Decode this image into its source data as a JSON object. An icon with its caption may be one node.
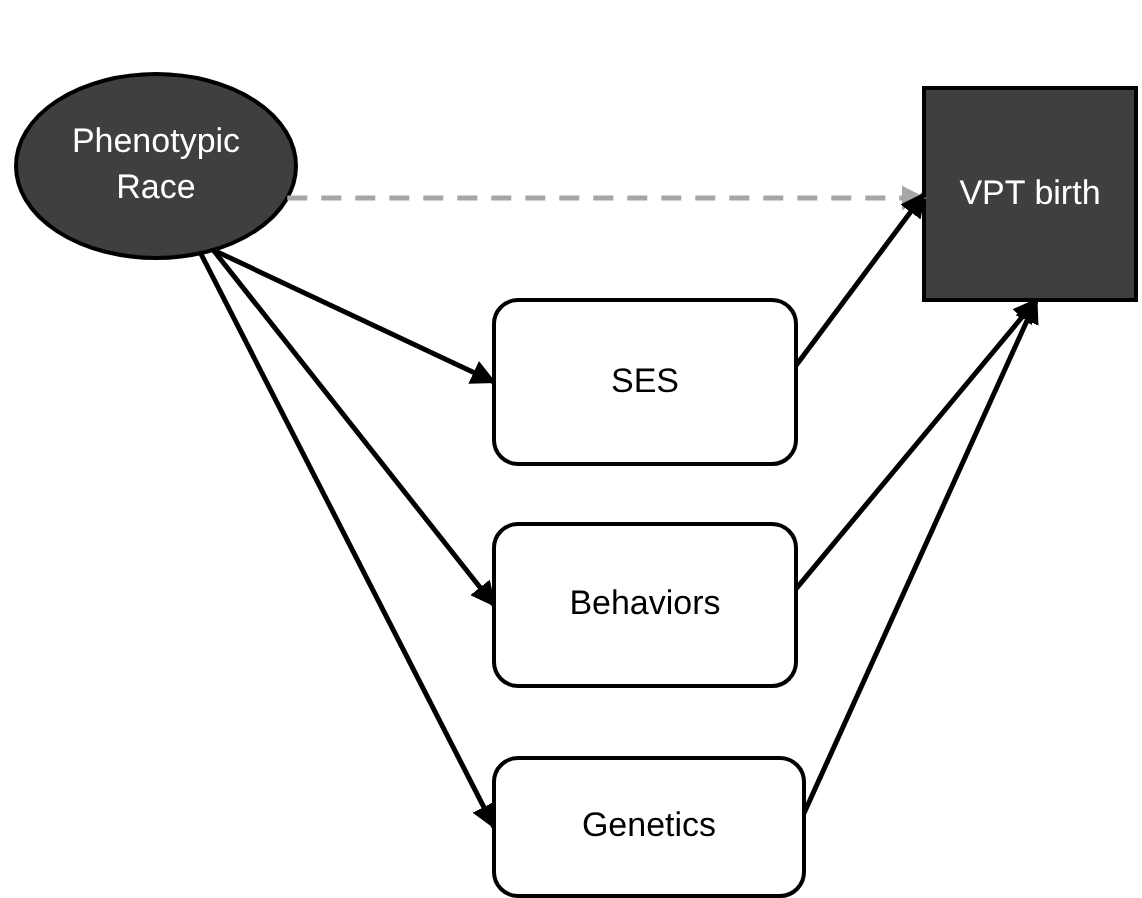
{
  "diagram": {
    "nodes": [
      {
        "text": [
          "Phenotypic Race"
        ]
      },
      {
        "text": [
          "VPT birth"
        ]
      },
      {
        "text": [
          "SES"
        ]
      },
      {
        "text": [
          "Behaviors"
        ]
      },
      {
        "text": [
          "Genetics"
        ]
      }
    ],
    "edges": [
      {
        "from": 0,
        "to": 1,
        "arrow": "to",
        "style": "dashed",
        "color": "#a6a6a6"
      },
      {
        "from": 0,
        "to": 2,
        "arrow": "to"
      },
      {
        "from": 0,
        "to": 3,
        "arrow": "to"
      },
      {
        "from": 0,
        "to": 4,
        "arrow": "to"
      },
      {
        "from": 2,
        "to": 1,
        "arrow": "to"
      },
      {
        "from": 3,
        "to": 1,
        "arrow": "to"
      },
      {
        "from": 4,
        "to": 1,
        "arrow": "to"
      }
    ]
  }
}
